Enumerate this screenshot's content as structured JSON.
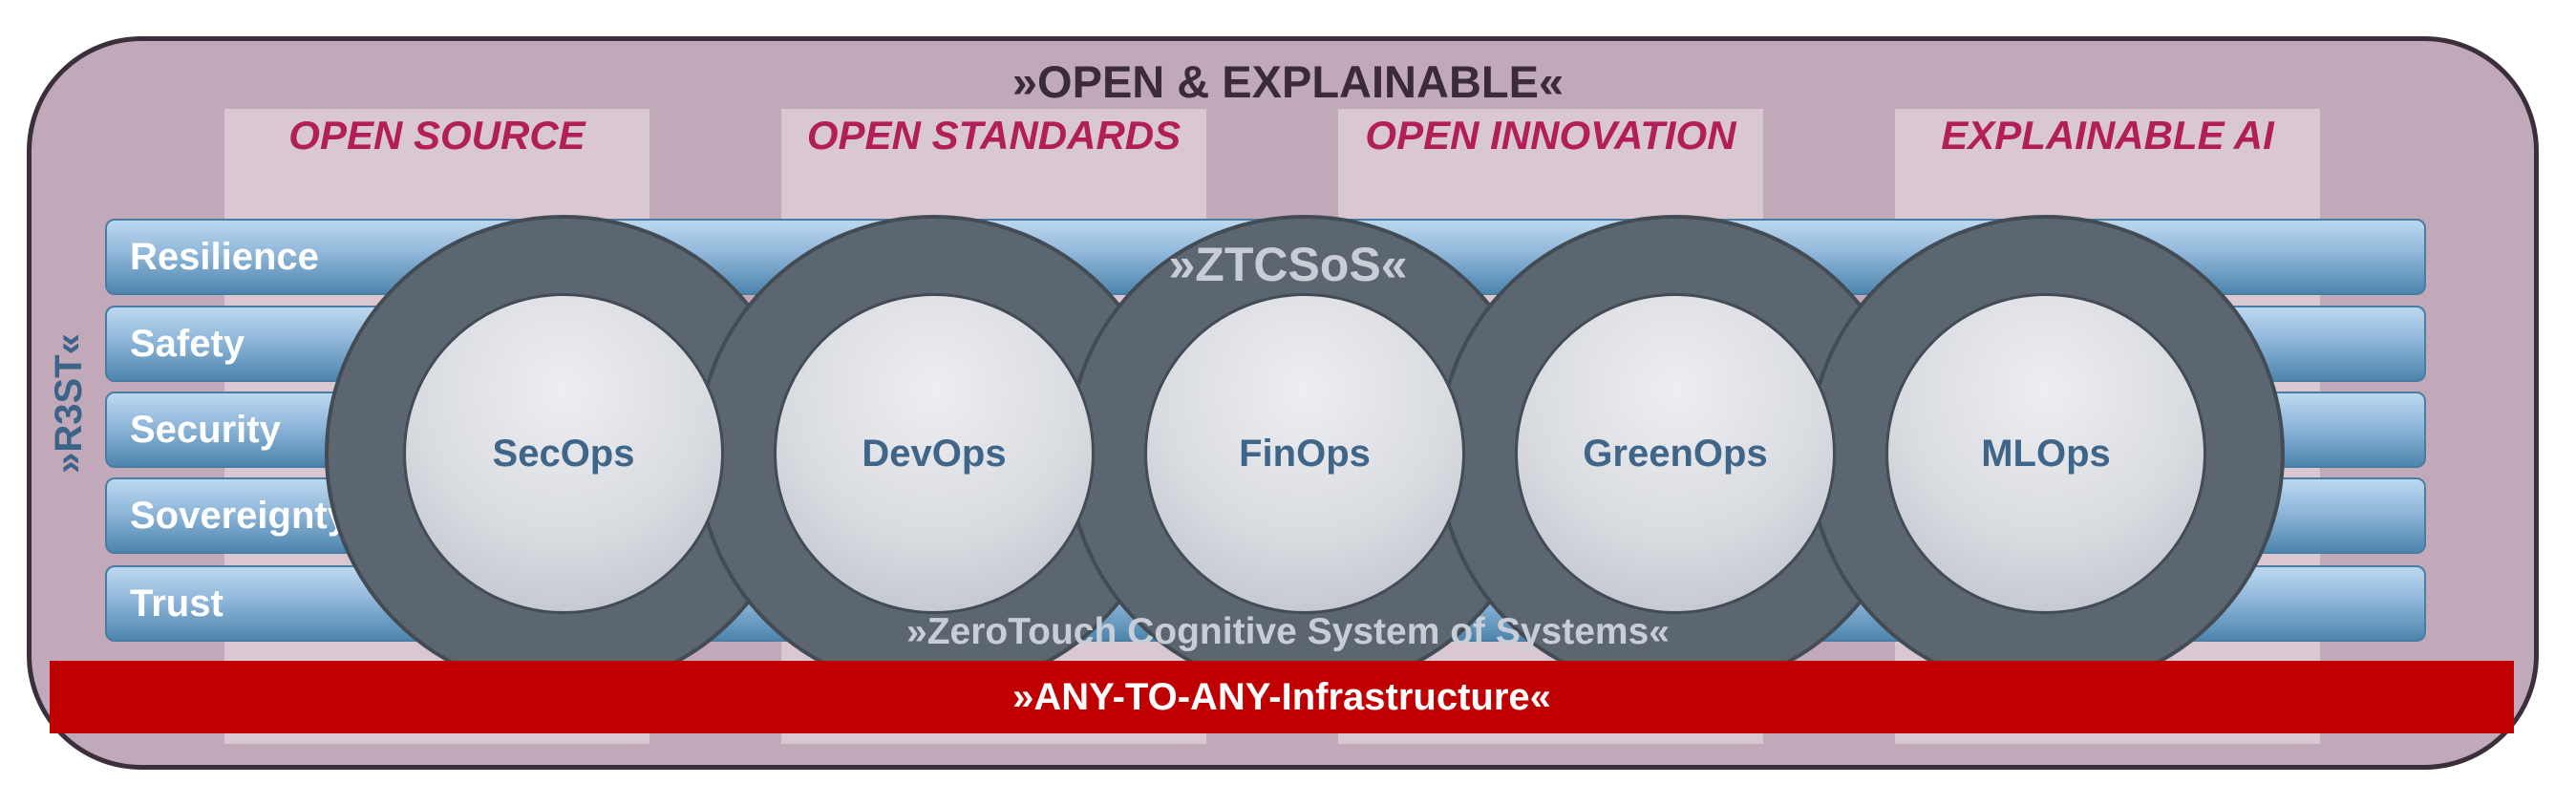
{
  "title": "»OPEN & EXPLAINABLE«",
  "pillars": [
    {
      "label": "OPEN SOURCE"
    },
    {
      "label": "OPEN STANDARDS"
    },
    {
      "label": "OPEN INNOVATION"
    },
    {
      "label": "EXPLAINABLE AI"
    }
  ],
  "side_label": "»R3ST«",
  "layers": [
    {
      "label": "Resilience"
    },
    {
      "label": "Safety"
    },
    {
      "label": "Security"
    },
    {
      "label": "Sovereignty"
    },
    {
      "label": "Trust"
    }
  ],
  "system_title": "»ZTCSoS«",
  "system_subtitle": "»ZeroTouch Cognitive System of Systems«",
  "ops": [
    {
      "label": "SecOps"
    },
    {
      "label": "DevOps"
    },
    {
      "label": "FinOps"
    },
    {
      "label": "GreenOps"
    },
    {
      "label": "MLOps"
    }
  ],
  "infrastructure": "»ANY-TO-ANY-Infrastructure«",
  "colors": {
    "frame_fill": "#c1a9b9",
    "pillar_fill": "#d9c7d2",
    "pillar_text": "#b21e58",
    "layer_blue": "#8fb7da",
    "ring_gray": "#5b6670",
    "ops_text": "#3f6689",
    "infra_red": "#c00000"
  }
}
